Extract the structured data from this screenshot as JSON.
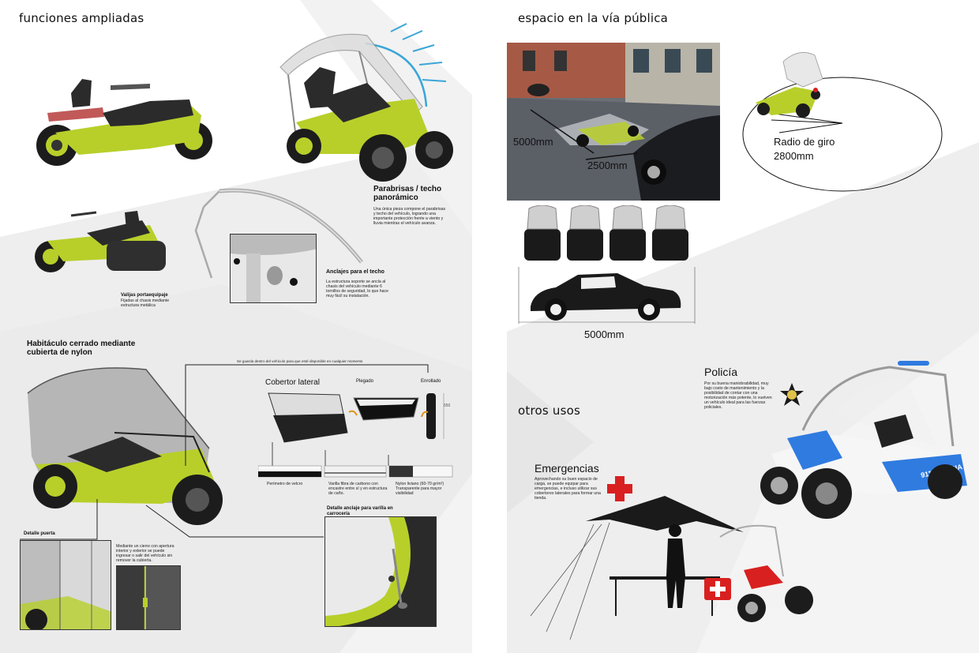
{
  "left": {
    "title": "funciones ampliadas",
    "parabrisas_title": "Parabrisas / techo panorámico",
    "parabrisas_text": "Una única pieza compone el parabrisas y techo del vehículo, logrando una importante protección frente a viento y lluvia mientras el vehículo avanza.",
    "anclajes_title": "Anclajes para el techo",
    "anclajes_text": "La estructura soporte se ancla al chasis del vehículo mediante 6 tornillos de seguridad, lo que hace muy fácil su instalación.",
    "valijas_title": "Valijas portaequipaje",
    "valijas_text": "Fijadas al chasis mediante estructura metálica",
    "habitaculo_title": "Habitáculo cerrado mediante cubierta de nylon",
    "guardado_text": "Se guarda dentro del vehículo para que esté disponible en cualquier momento",
    "cobertor_title": "Cobertor lateral",
    "plegado_label": "Plegado",
    "enrollado_label": "Enrollado",
    "dim_650": "650",
    "perimetro_text": "Perímetro de velcro",
    "varilla_text": "Varilla fibra de carbono con encastre entre sí y en estructura de caño.",
    "nylon_text": "Nylon liviano (60-70 gr/m²) Transparente para mayor visibilidad",
    "detalle_anclaje_title": "Detalle anclaje para varilla en carrocería",
    "detalle_puerta_title": "Detalle puerta",
    "detalle_puerta_text": "Mediante un cierre con apertura interior y exterior se puede ingresar o salir del vehículo sin remover la cubierta."
  },
  "right": {
    "title": "espacio en la vía pública",
    "dim_5000_photo": "5000mm",
    "dim_2500_photo": "2500mm",
    "radio_label": "Radio de giro",
    "radio_value": "2800mm",
    "dim_5000_car": "5000mm",
    "otros_title": "otros usos",
    "policia_title": "Policía",
    "policia_text": "Por su buena maniobrabilidad, muy bajo costo de mantenimiento y la posibilidad de contar con una motorización más potente, lo vuelven un vehículo ideal para las fuerzas policiales.",
    "police_livery": "911 POLICIA",
    "emergencias_title": "Emergencias",
    "emergencias_text": "Aprovechando su buen espacio de carga, se puede equipar para emergencias, e incluso utilizar sus cobertores laterales para formar una tienda."
  },
  "colors": {
    "lime": "#b8cf2a",
    "lime_dark": "#7f9a12",
    "body_dark": "#2b2b2b",
    "sky_blue": "#3aa6d8",
    "police_blue": "#2f7be0",
    "red_cross": "#d92020",
    "gray_bg": "#eeeeee"
  },
  "icons": [
    "sun-rays-icon",
    "red-cross-icon",
    "police-badge-icon"
  ]
}
